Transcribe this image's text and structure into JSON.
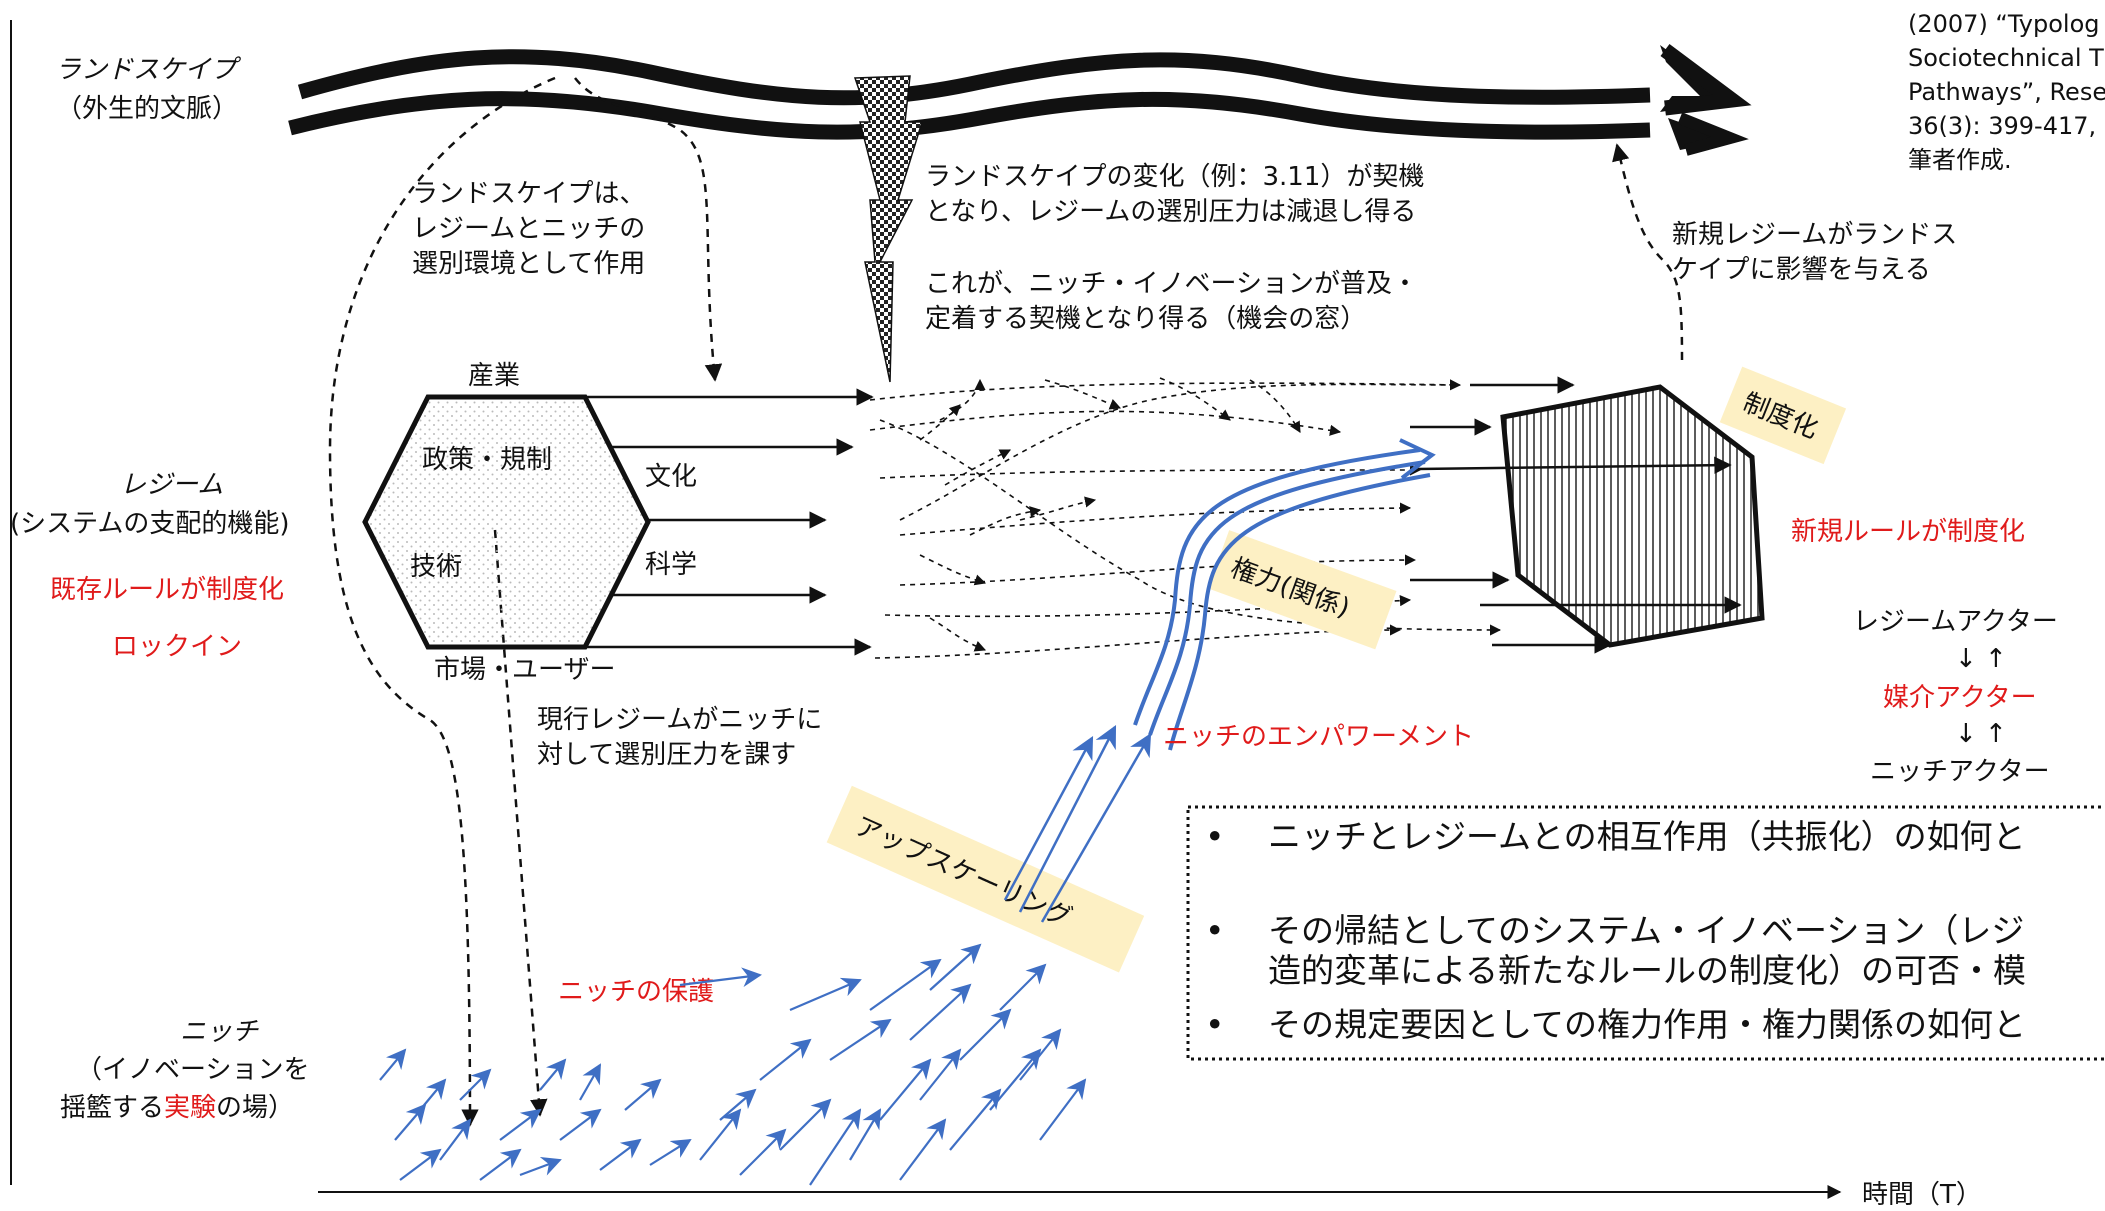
{
  "source": {
    "line1": "(2007) “Typolog",
    "line2": "Sociotechnical T",
    "line3": "Pathways”, Rese",
    "line4": "36(3): 399-417, ",
    "line5": "筆者作成."
  },
  "landscape": {
    "label": "ランドスケイプ",
    "sublabel": "（外生的文脈）"
  },
  "regime": {
    "label": "レジーム",
    "sublabel": "(システムの支配的機能)",
    "rule": "既存ルールが制度化",
    "lockin": "ロックイン"
  },
  "niche": {
    "label": "ニッチ",
    "sublabel1": "（イノベーションを",
    "sublabel2_a": "揺籃する",
    "sublabel2_b": "実験",
    "sublabel2_c": "の場）"
  },
  "notes": {
    "landscape_selection": [
      "ランドスケイプは、",
      "レジームとニッチの",
      "選別環境として作用"
    ],
    "landscape_change": [
      "ランドスケイプの変化（例：3.11）が契機",
      "となり、レジームの選別圧力は減退し得る"
    ],
    "window": [
      "これが、ニッチ・イノベーションが普及・",
      "定着する契機となり得る（機会の窓）"
    ],
    "new_regime": [
      "新規レジームがランドス",
      "ケイプに影響を与える"
    ],
    "regime_pressure": [
      "現行レジームがニッチに",
      "対して選別圧力を課す"
    ]
  },
  "hexagon": {
    "top": "産業",
    "policy": "政策・規制",
    "culture": "文化",
    "tech": "技術",
    "science": "科学",
    "market": "市場・ユーザー"
  },
  "labels": {
    "institutionalization": "制度化",
    "power": "権力(関係)",
    "upscaling": "アップスケーリング",
    "niche_empowerment": "ニッチのエンパワーメント",
    "niche_protection": "ニッチの保護",
    "new_rule": "新規ルールが制度化"
  },
  "actors": {
    "regime": "レジームアクター",
    "arrows": "↓ ↑",
    "mediator": "媒介アクター",
    "niche": "ニッチアクター"
  },
  "bullets": [
    "ニッチとレジームとの相互作用（共振化）の如何と",
    "その帰結としてのシステム・イノベーション（レジ",
    "造的変革による新たなルールの制度化）の可否・模",
    "その規定要因としての権力作用・権力関係の如何と"
  ],
  "bullet_mark": "•",
  "time_axis": "時間（T）",
  "colors": {
    "red": "#e01b1b",
    "blue": "#3f6fc4",
    "label_bg": "#fdf0c4"
  }
}
